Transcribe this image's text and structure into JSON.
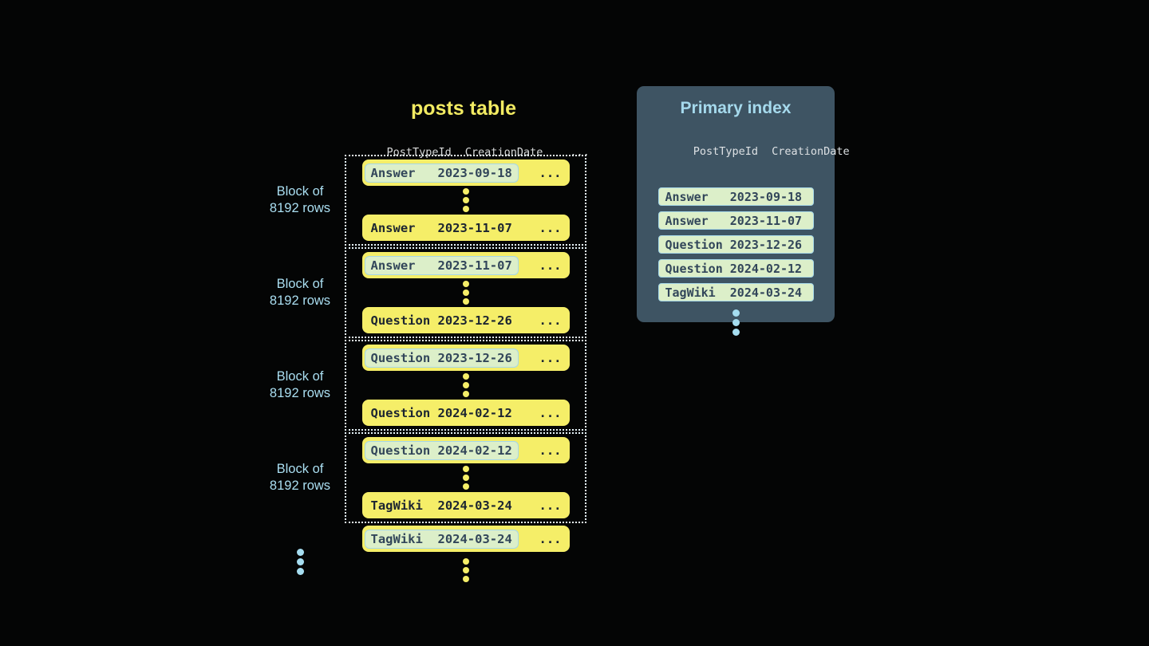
{
  "colors": {
    "background": "#040505",
    "yellow": "#f5ee68",
    "row-text": "#1c2531",
    "pill-green": "#dcefc9",
    "pill-border": "#a5d7e8",
    "panel-bg": "#3e5463",
    "panel-title": "#a5d9ec",
    "header-text": "#d8dada",
    "label-blue": "#aadef1",
    "index-text": "#32465a",
    "dot-blue": "#a5ddf0",
    "dotted-border": "#e6f3f8",
    "title-yellow": "#f2eb62"
  },
  "posts_table": {
    "title": "posts table",
    "headers": {
      "col1": "PostTypeId",
      "col2": "CreationDate",
      "col3": "..."
    },
    "block_label_line1": "Block of",
    "block_label_line2": "8192 rows",
    "ellipsis": "...",
    "blocks": [
      {
        "first": {
          "type": "Answer",
          "date": "2023-09-18"
        },
        "last": {
          "type": "Answer",
          "date": "2023-11-07"
        }
      },
      {
        "first": {
          "type": "Answer",
          "date": "2023-11-07"
        },
        "last": {
          "type": "Question",
          "date": "2023-12-26"
        }
      },
      {
        "first": {
          "type": "Question",
          "date": "2023-12-26"
        },
        "last": {
          "type": "Question",
          "date": "2024-02-12"
        }
      },
      {
        "first": {
          "type": "Question",
          "date": "2024-02-12"
        },
        "last": {
          "type": "TagWiki",
          "date": "2024-03-24"
        }
      }
    ],
    "trailing_row": {
      "type": "TagWiki",
      "date": "2024-03-24"
    }
  },
  "primary_index": {
    "title": "Primary index",
    "headers": {
      "col1": "PostTypeId",
      "col2": "CreationDate"
    },
    "rows": [
      {
        "type": "Answer",
        "date": "2023-09-18"
      },
      {
        "type": "Answer",
        "date": "2023-11-07"
      },
      {
        "type": "Question",
        "date": "2023-12-26"
      },
      {
        "type": "Question",
        "date": "2024-02-12"
      },
      {
        "type": "TagWiki",
        "date": "2024-03-24"
      }
    ]
  }
}
